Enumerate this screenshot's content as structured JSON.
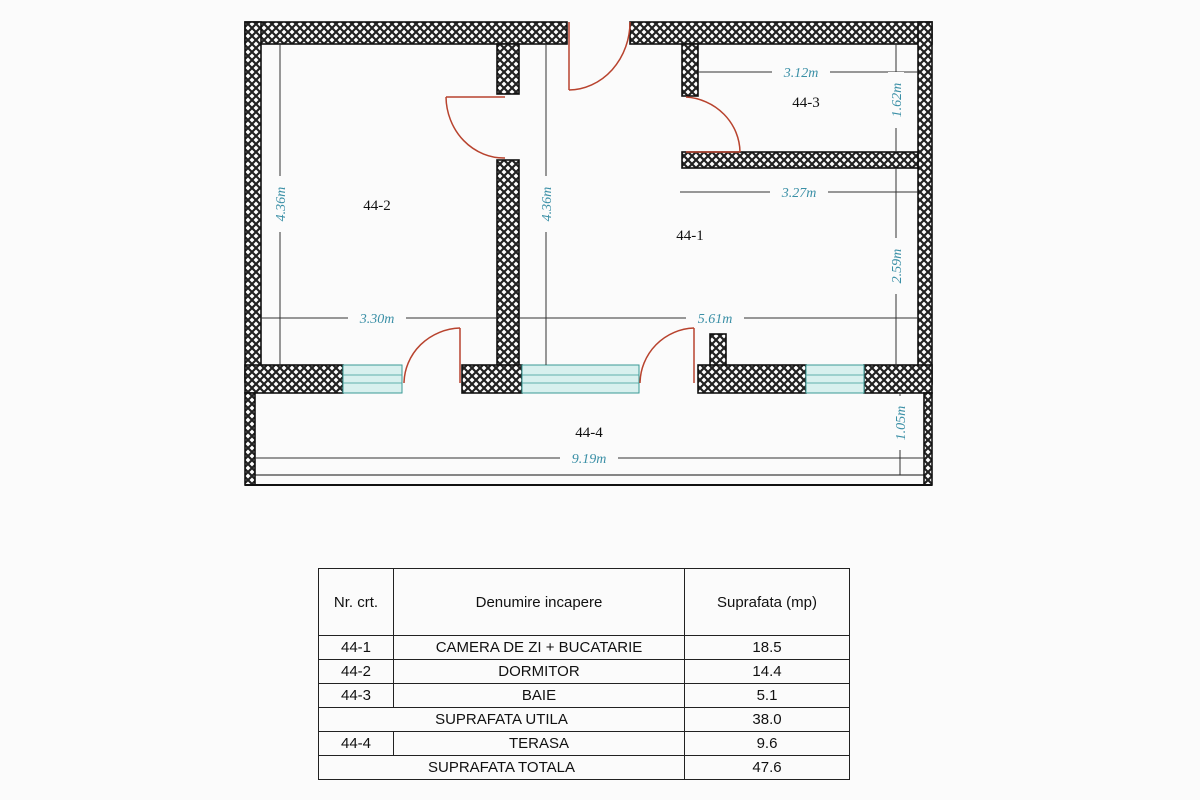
{
  "plan": {
    "rooms": [
      {
        "id": "44-1"
      },
      {
        "id": "44-2"
      },
      {
        "id": "44-3"
      },
      {
        "id": "44-4"
      }
    ],
    "dimensions": {
      "room_44_2_width": "3.30m",
      "room_44_2_height": "4.36m",
      "corridor_height": "4.36m",
      "room_44_3_width": "3.12m",
      "room_44_3_height": "1.62m",
      "room_44_1_width_upper": "3.27m",
      "room_44_1_height_right": "2.59m",
      "room_44_1_width_lower": "5.61m",
      "terrace_width": "9.19m",
      "terrace_depth": "1.05m"
    }
  },
  "table": {
    "headers": {
      "nr": "Nr. crt.",
      "name": "Denumire incapere",
      "area": "Suprafata (mp)"
    },
    "rows": [
      {
        "nr": "44-1",
        "name": "CAMERA DE ZI + BUCATARIE",
        "area": "18.5"
      },
      {
        "nr": "44-2",
        "name": "DORMITOR",
        "area": "14.4"
      },
      {
        "nr": "44-3",
        "name": "BAIE",
        "area": "5.1"
      }
    ],
    "subtotal": {
      "label": "SUPRAFATA UTILA",
      "area": "38.0"
    },
    "terrace": {
      "nr": "44-4",
      "name": "TERASA",
      "area": "9.6"
    },
    "total": {
      "label": "SUPRAFATA TOTALA",
      "area": "47.6"
    }
  }
}
